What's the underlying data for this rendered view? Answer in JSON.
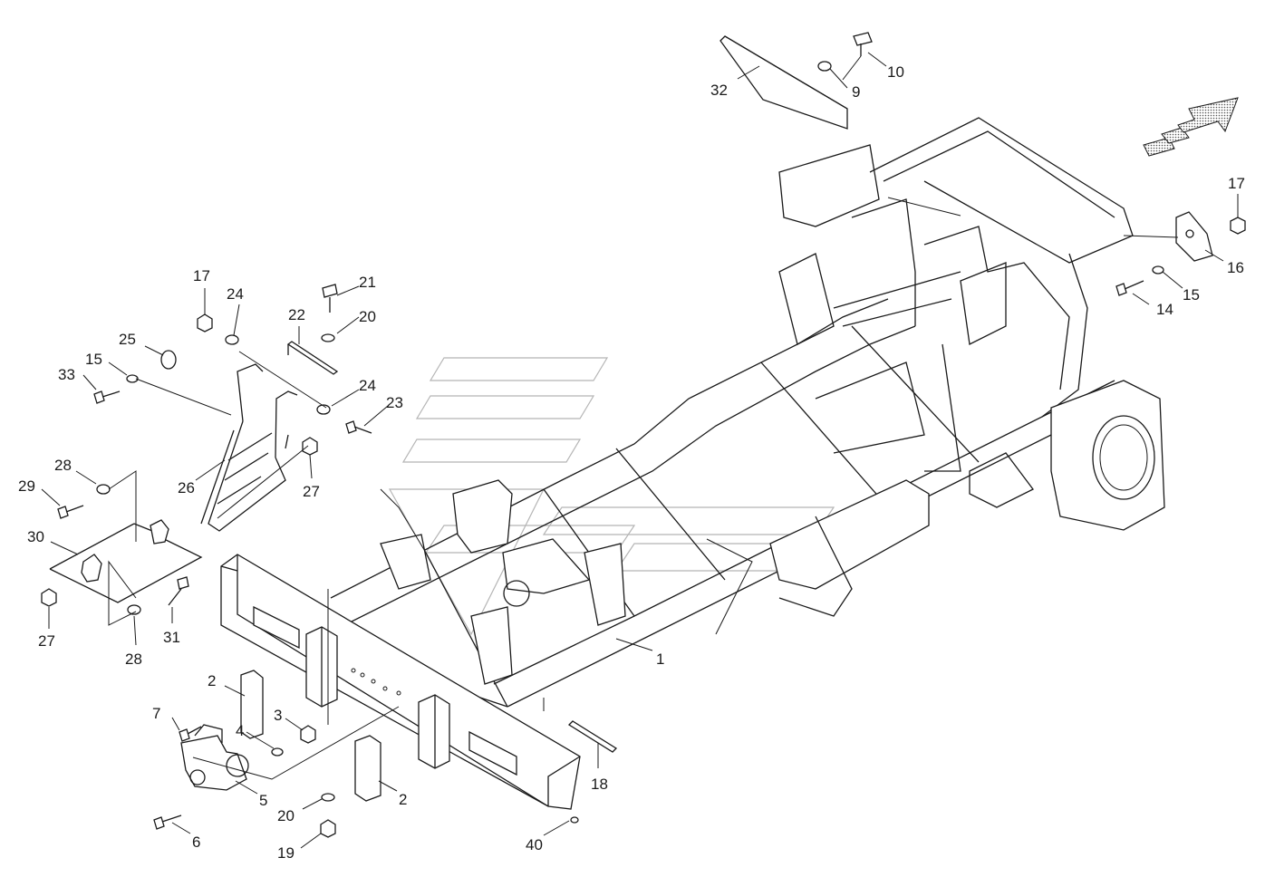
{
  "colors": {
    "line": "#1a1a1a",
    "watermark": "#b5b5b5",
    "background": "#ffffff"
  },
  "labels": {
    "p1": "1",
    "p2a": "2",
    "p2b": "2",
    "p3": "3",
    "p4": "4",
    "p5": "5",
    "p6": "6",
    "p7": "7",
    "p9": "9",
    "p10": "10",
    "p14": "14",
    "p15a": "15",
    "p15b": "15",
    "p16": "16",
    "p17a": "17",
    "p17b": "17",
    "p18": "18",
    "p19": "19",
    "p20a": "20",
    "p20b": "20",
    "p21": "21",
    "p22": "22",
    "p23": "23",
    "p24a": "24",
    "p24b": "24",
    "p25": "25",
    "p26": "26",
    "p27a": "27",
    "p27b": "27",
    "p28a": "28",
    "p28b": "28",
    "p29": "29",
    "p30": "30",
    "p31": "31",
    "p32": "32",
    "p33": "33",
    "p40": "40"
  }
}
